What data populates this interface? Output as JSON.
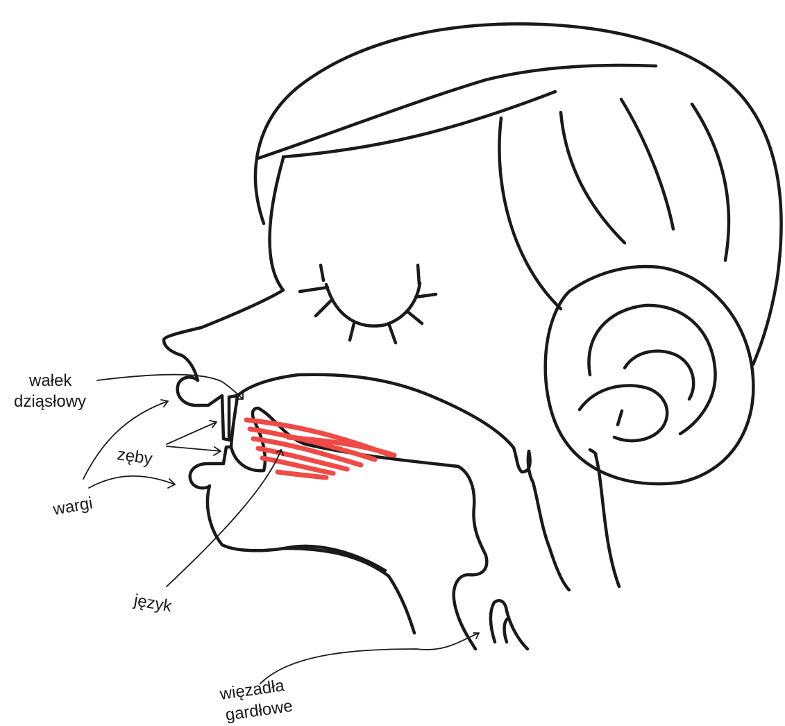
{
  "diagram": {
    "labels": {
      "walek_line1": "wałek",
      "walek_line2": "dziąsłowy",
      "zeby": "zęby",
      "wargi": "wargi",
      "jezyk": "język",
      "wiezadla_line1": "więzadła",
      "wiezadla_line2": "gardłowe"
    },
    "colors": {
      "line": "#1a1a1a",
      "highlight": "#ef4a46",
      "background": "#ffffff"
    }
  }
}
